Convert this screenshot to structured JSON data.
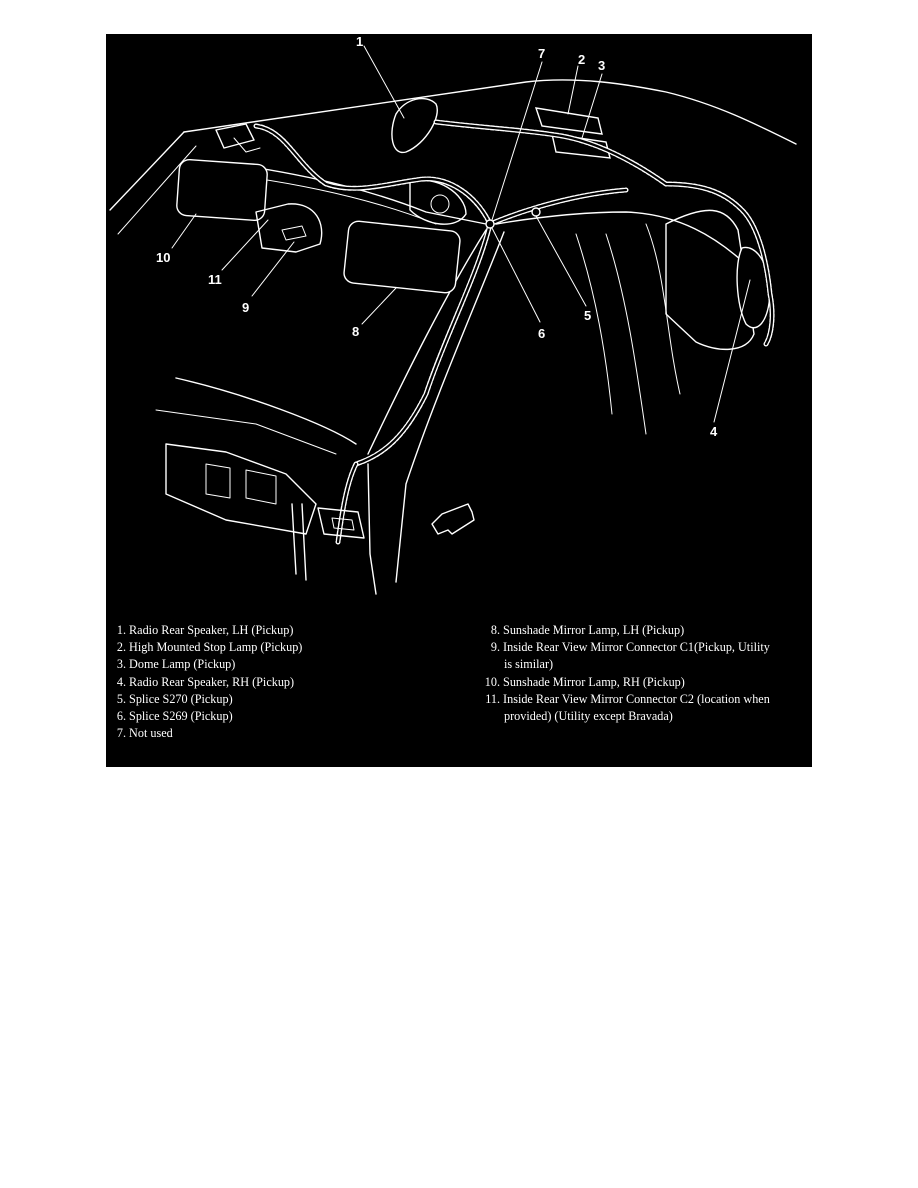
{
  "callouts": {
    "c1": "1",
    "c2": "2",
    "c3": "3",
    "c4": "4",
    "c5": "5",
    "c6": "6",
    "c7": "7",
    "c8": "8",
    "c9": "9",
    "c10": "10",
    "c11": "11"
  },
  "legend": {
    "left": [
      {
        "num": "1.",
        "text": "Radio Rear Speaker, LH (Pickup)"
      },
      {
        "num": "2.",
        "text": "High Mounted Stop Lamp (Pickup)"
      },
      {
        "num": "3.",
        "text": "Dome Lamp (Pickup)"
      },
      {
        "num": "4.",
        "text": "Radio Rear Speaker, RH (Pickup)"
      },
      {
        "num": "5.",
        "text": "Splice S270 (Pickup)"
      },
      {
        "num": "6.",
        "text": "Splice S269 (Pickup)"
      },
      {
        "num": "7.",
        "text": "Not used"
      }
    ],
    "right": [
      {
        "num": "8.",
        "text": "Sunshade Mirror Lamp, LH (Pickup)",
        "cont": ""
      },
      {
        "num": "9.",
        "text": "Inside Rear View Mirror Connector C1(Pickup, Utility",
        "cont": "is similar)"
      },
      {
        "num": "10.",
        "text": "Sunshade Mirror Lamp, RH (Pickup)",
        "cont": ""
      },
      {
        "num": "11.",
        "text": "Inside Rear View Mirror Connector C2 (location when",
        "cont": "provided) (Utility except Bravada)"
      }
    ]
  }
}
